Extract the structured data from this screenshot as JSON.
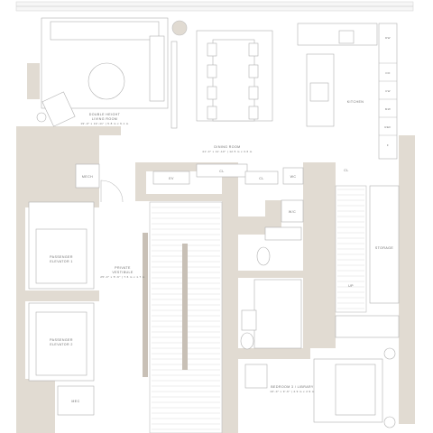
{
  "rooms": {
    "living": {
      "line1": "DOUBLE HEIGHT",
      "line2": "LIVING ROOM",
      "dims": "19'-0\" x 19'-11\" | 5.8 m x 6.1 m"
    },
    "dining": {
      "name": "DINING ROOM",
      "dims": "41'-0\" x 11'-10\" | 12.5 m x 3.6 m"
    },
    "kitchen": {
      "name": "KITCHEN"
    },
    "bedroom": {
      "name": "BEDROOM 3 / LIBRARY",
      "dims": "16'-0\" x 9'-6\" | 4.9 m x 2.9 m"
    },
    "vestibule": {
      "line1": "PRIVATE",
      "line2": "VESTIBULE",
      "dims": "25'-0\" x 5'-6\" | 7.6 m x 1.7 m"
    },
    "elevator1": {
      "line1": "PASSENGER",
      "line2": "ELEVATOR 1"
    },
    "elevator2": {
      "line1": "PASSENGER",
      "line2": "ELEVATOR 2"
    }
  },
  "small_labels": {
    "mech": "MECH",
    "ev": "EV",
    "cl_a": "CL",
    "cl_b": "CL",
    "wc": "WC",
    "wic": "W/C",
    "storage": "STORAGE",
    "up": "UP",
    "mec": "MEC",
    "cl_c": "CL",
    "dw": "DW",
    "oven_a": "OO",
    "cw": "CW",
    "mw": "MW",
    "ref": "REF",
    "f": "F"
  }
}
